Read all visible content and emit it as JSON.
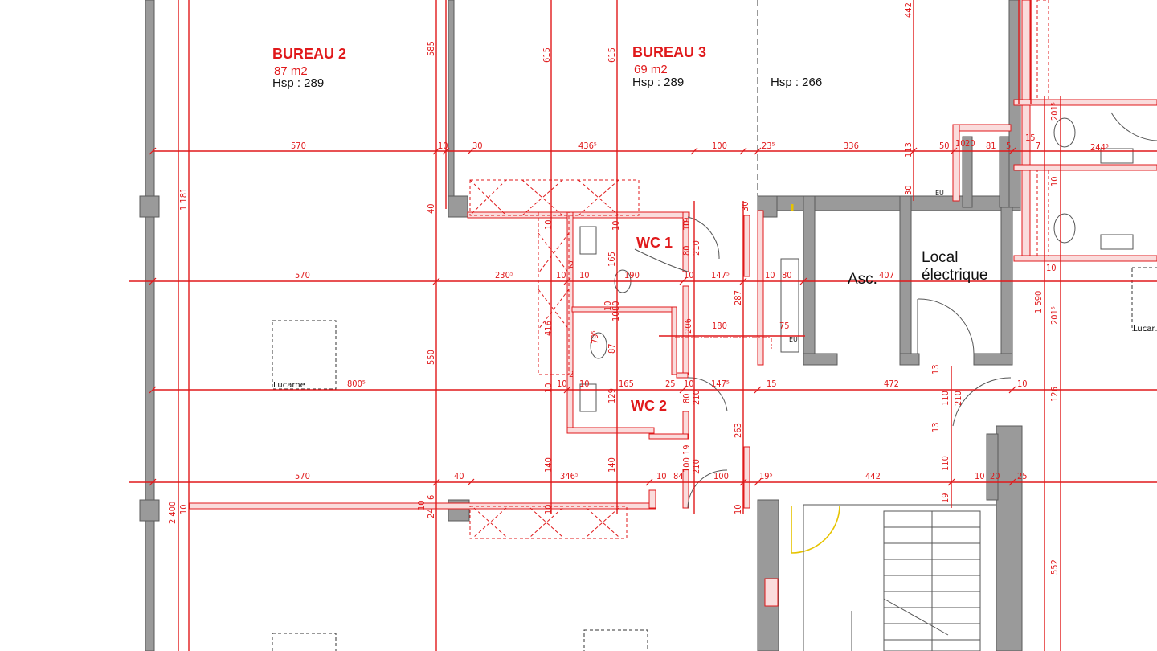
{
  "rooms": {
    "bureau2": {
      "name": "BUREAU 2",
      "area": "87 m2",
      "hsp": "Hsp : 289"
    },
    "bureau3": {
      "name": "BUREAU 3",
      "area": "69 m2",
      "hsp": "Hsp : 289"
    },
    "hall_hsp": "Hsp : 266",
    "wc1": "WC 1",
    "wc2": "WC 2",
    "asc": "Asc.",
    "local_line1": "Local",
    "local_line2": "électrique",
    "lucarne": "Lucarne",
    "lucarne_right": "Lucar",
    "eu": "EU"
  },
  "dimensions": {
    "row1": [
      "570",
      "10",
      "30",
      "436⁵",
      "100",
      "23⁵",
      "336",
      "50",
      "10",
      "20",
      "81",
      "5",
      "15",
      "7",
      "244⁵"
    ],
    "row2": [
      "570",
      "230⁵",
      "10",
      "2",
      "10",
      "190",
      "10",
      "147⁵",
      "10",
      "80",
      "407",
      "10"
    ],
    "row3": [
      "800⁵",
      "10",
      "2",
      "10",
      "165",
      "25",
      "10",
      "147⁵",
      "15",
      "472",
      "10"
    ],
    "row4": [
      "570",
      "40",
      "346⁵",
      "10",
      "84",
      "100",
      "19⁵",
      "442",
      "10",
      "20",
      "25"
    ],
    "mid": [
      "180",
      "75"
    ],
    "vertical": [
      "585",
      "615",
      "615",
      "442",
      "113",
      "30",
      "30",
      "1 181",
      "40",
      "10",
      "10",
      "10",
      "210",
      "80",
      "19",
      "165",
      "10",
      "80",
      "287",
      "206",
      "416",
      "550",
      "79⁵",
      "87",
      "129",
      "80",
      "210",
      "263",
      "140",
      "140",
      "100",
      "210",
      "19",
      "13",
      "110",
      "13",
      "110",
      "19",
      "1 590",
      "201⁵",
      "126",
      "552",
      "2 400",
      "10",
      "10",
      "24",
      "6",
      "10",
      "210",
      "201⁵",
      "10",
      "10",
      "10",
      "10"
    ]
  }
}
